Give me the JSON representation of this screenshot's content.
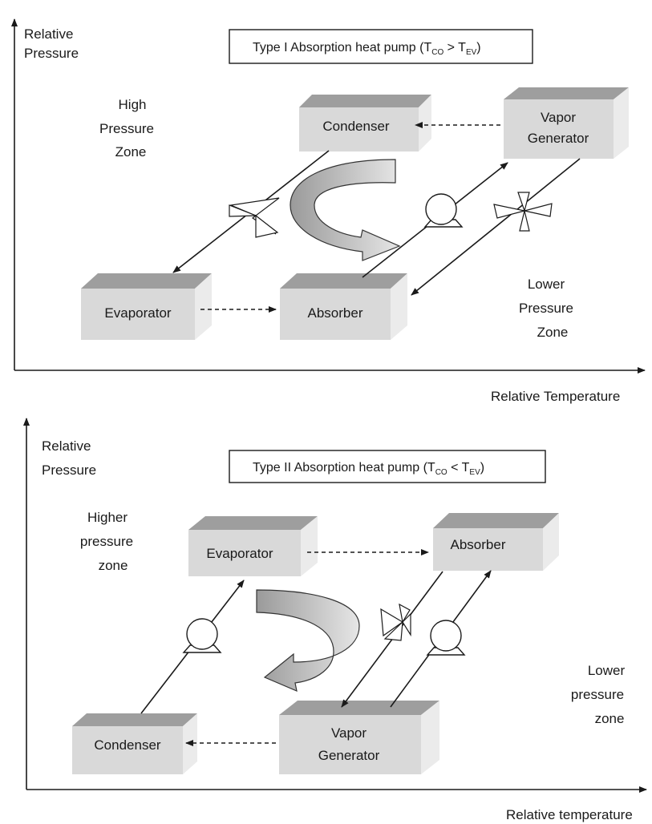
{
  "top": {
    "title": {
      "prefix": "Type I Absorption heat pump (T",
      "sub1": "CO",
      "mid": " > T",
      "sub2": "EV",
      "suffix": ")"
    },
    "y_axis": [
      "Relative",
      "Pressure"
    ],
    "x_axis": "Relative Temperature",
    "high_zone": [
      "High",
      "Pressure",
      "Zone"
    ],
    "low_zone": [
      "Lower",
      "Pressure",
      "Zone"
    ],
    "boxes": {
      "condenser": "Condenser",
      "vapor_generator": [
        "Vapor",
        "Generator"
      ],
      "evaporator": "Evaporator",
      "absorber": "Absorber"
    }
  },
  "bottom": {
    "title": {
      "prefix": "Type II Absorption heat pump (T",
      "sub1": "CO",
      "mid": " < T",
      "sub2": "EV",
      "suffix": ")"
    },
    "y_axis": [
      "Relative",
      "Pressure"
    ],
    "x_axis": "Relative temperature",
    "high_zone": [
      "Higher",
      "pressure",
      "zone"
    ],
    "low_zone": [
      "Lower",
      "pressure",
      "zone"
    ],
    "boxes": {
      "evaporator": "Evaporator",
      "absorber": "Absorber",
      "condenser": "Condenser",
      "vapor_generator": [
        "Vapor",
        "Generator"
      ]
    }
  }
}
